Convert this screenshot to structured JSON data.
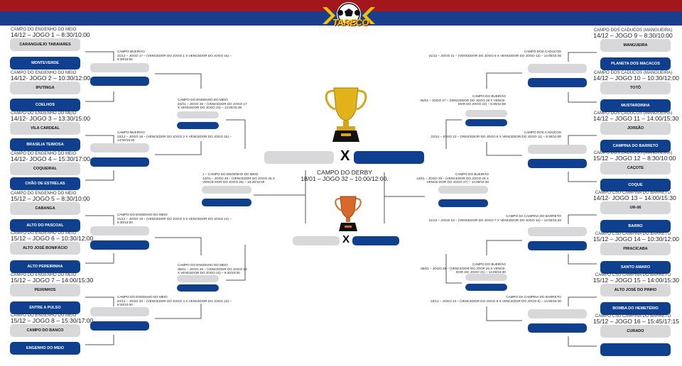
{
  "logo": {
    "text": "TARECO"
  },
  "colors": {
    "header_red": "#a3161c",
    "header_blue": "#1a3e8c",
    "team_blue": "#0f3f8f",
    "team_gray": "#d8d8da"
  },
  "left_round1": [
    {
      "venue": "CAMPO DO ENGENHO DO MEIO",
      "schedule": "14/12 – JOGO 1 – 8:30/10:00",
      "home": "CARANGUEJO TABAIARES",
      "away": "MONTEVERDE"
    },
    {
      "venue": "CAMPO DO ENGENHO DO MEIO",
      "schedule": "14/12- JOGO 2 – 10:30/12:00",
      "home": "IPUTINGA",
      "away": "COELHOS"
    },
    {
      "venue": "CAMPO DO ENGENHO DO MEIO",
      "schedule": "14/12- JOGO 3 – 13:30/15:00",
      "home": "VILA CARDEAL",
      "away": "BRASÍLIA TEIMOSA"
    },
    {
      "venue": "CAMPO DO ENGENHO DO MEIO",
      "schedule": "14/12- JOGO 4 – 15:30/17:00",
      "home": "COQUEIRAL",
      "away": "CHÃO DE ESTRELAS"
    },
    {
      "venue": "CAMPO DO ENGENHO DO MEIO",
      "schedule": "15/12 – JOGO 5 – 8:30/10:00",
      "home": "CABANGA",
      "away": "ALTO DO PASCOAL"
    },
    {
      "venue": "CAMPO DO ENGENHO DO MEIO",
      "schedule": "15/12 – JOGO 6 – 10:30/12:00",
      "home": "ALTO JOSÉ BONIFÁCIO",
      "away": "ALTO PEREIRINHA"
    },
    {
      "venue": "CAMPO DO ENGENHO DO MEIO",
      "schedule": "15/12 – JOGO 7 – 14:00/15:30",
      "home": "PEIXINHOS",
      "away": "ENTRE A PULSO"
    },
    {
      "venue": "CAMPO DO ENGENHO DO MEIO",
      "schedule": "15/12 – JOGO 8 – 15:30/17:00",
      "home": "CAMPO DO BANCO",
      "away": "ENGENHO DO MEIO"
    }
  ],
  "right_round1": [
    {
      "venue": "CAMPO DOS CADUCOS (MANGUEIRA)",
      "schedule": "14/12 – JOGO 9 – 8:30/10:00",
      "home": "MANGUEIRA",
      "away": "PLANETA DOS MACACOS"
    },
    {
      "venue": "CAMPO DOS CADUCOS (MANGUEIRA)",
      "schedule": "14/12 – JOGO 10 – 10:30/12:00",
      "home": "TOTÔ",
      "away": "MUSTARDINHA"
    },
    {
      "venue": "CAMPO DOS CADUCOS (MANGUEIRA)",
      "schedule": "14/12 – JOGO 11 – 14:00/15:30",
      "home": "JORSÃO",
      "away": "CAMPINA DO BARRETO"
    },
    {
      "venue": "CAMPO DOS CADUCOS (MANGUEIRA)",
      "schedule": "15/12 – JOGO 12 – 8:30/10:00",
      "home": "CAÇOTE",
      "away": "COQUE"
    },
    {
      "venue": "CAMPO CSU CAMPINA DO BARRETO",
      "schedule": "14/12- JOGO 13 – 14:00/15:30",
      "home": "UR-06",
      "away": "BARRO"
    },
    {
      "venue": "CAMPO CSU CAMPINA DO BARRETO",
      "schedule": "15/12 – JOGO 14 – 10:30/12:00",
      "home": "PIRACICABA",
      "away": "SANTO AMARO"
    },
    {
      "venue": "CAMPO CSU CAMPINA DO BARRETO",
      "schedule": "15/12 – JOGO 15 – 14:00/15:30",
      "home": "ALTO JOSÉ DO PINHO",
      "away": "BOMBA DO HEMETÉRIO"
    },
    {
      "venue": "CAMPO CSU CAMPINA DO BARRETO",
      "schedule": "15/12 – JOGO 16 – 15:45/17:15",
      "home": "CURADO",
      "away": ""
    }
  ],
  "left_round2": [
    {
      "venue": "CAMPO BUEIRÃO",
      "details": "21/12 – JOGO 17 – (VENCEDOR DO JOGO 1 X VENCEDOR DO JOGO 16) – 8:30/10:00"
    },
    {
      "venue": "CAMPO BUEIRÃO",
      "details": "22/12 – JOGO 18 – (VENCEDOR DO JOGO 2 X VENCEDOR DO JOGO 15) – 14:00/15:30"
    },
    {
      "venue": "CAMPO DO ENGENHO DO MEIO",
      "details": "21/12 – JOGO 19 – (VENCEDOR DO JOGO 3 X VENCEDOR DO JOGO 14) – 8:30/10:00"
    },
    {
      "venue": "CAMPO DO ENGENHO DO MEIO",
      "details": "22/12 – JOGO 20 – (VENCEDOR DO JOGO 4 X VENCEDOR DO JOGO 13) – 8:30/10:00"
    }
  ],
  "right_round2": [
    {
      "venue": "CAMPO DOS CADUCOS",
      "details": "21/12 – JOGO 21 – (VENCEDOR DO JOGO 5 X VENCEDOR DO JOGO 12) – 14:00/15:30"
    },
    {
      "venue": "CAMPO DOS CADUCOS",
      "details": "22/12 – JOGO 22 – (VENCEDOR DO JOGO 6 X VENCEDOR DO JOGO 11) – 8:30/10:00"
    },
    {
      "venue": "CAMPO DA CAMPINA DO BARRETO",
      "details": "21/12 – JOGO 23 – (VENCEDOR DO JOGO 7 X VENCEDOR DO JOGO 10) – 14:00/15:30"
    },
    {
      "venue": "CAMPO DA CAMPINA DO BARRETO",
      "details": "22/12 – JOGO 24 – (VENCEDOR DO JOGO 8 X VENCEDOR DO JOGO 9) – 14:00/15:30"
    }
  ],
  "left_round3": [
    {
      "venue": "CAMPO DO ENGENHO DO MEIO",
      "details": "04/01 – JOGO 25 – (VENCEDOR DO JOGO 17 X VENCEDOR DO JOGO 24) – 14:00/15:30"
    },
    {
      "venue": "CAMPO DO ENGENHO DO MEIO",
      "details": "05/01 – JOGO 26 – (VENCEDOR DO JOGO 18 X VENCEDOR DO JOGO 23) – 8:30/10:00"
    }
  ],
  "right_round3": [
    {
      "venue": "CAMPO DO BUEIRÃO",
      "details": "05/01 – JOGO 27 – (VENCEDOR DO JOGO 19 X VENCE-DOR DO JOGO 22) – 8:30/10:00"
    },
    {
      "venue": "CAMPO DO BUEIRÃO",
      "details": "05/01 – JOGO 28 – (VENCEDOR DO JOGP 20 X VENCE-DOR DO JOGO 21) – 14:00/15:30"
    }
  ],
  "left_semi": {
    "venue": "1 – CAMPO DO ENGENHO DO MEIO",
    "details": "12/01 – JOGO 29 – (VENCEDOR DO JOGO 25 X VENCE-DOR DO JOGO 26) – 10:30/12:00"
  },
  "right_semi": {
    "venue": "CAMPO DO BUEIRÃO",
    "details": "12/01 – JOGO 30 – (VENCEDOR DO JOGO 26 X VENCE-DOR DO JOGO 27) – 14:00/15:30"
  },
  "final": {
    "venue": "CAMPO DO DERBY",
    "details": "18/01 – JOGO 32 – 10:00/12:00.",
    "vs": "X"
  },
  "third_place": {
    "vs": "X"
  }
}
